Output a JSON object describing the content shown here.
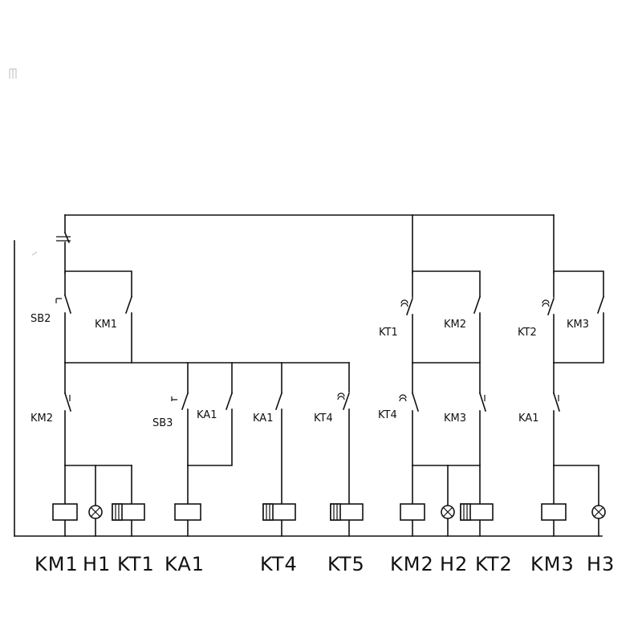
{
  "contact_labels": {
    "sb2": "SB2",
    "km1_hold": "KM1",
    "km2_nc": "KM2",
    "sb3": "SB3",
    "ka1_hold": "KA1",
    "ka1_no": "KA1",
    "kt4_timed": "KT4",
    "kt1_timed": "KT1",
    "km2_hold": "KM2",
    "kt4_nc": "KT4",
    "km3_nc": "KM3",
    "kt2_timed": "KT2",
    "km3_hold": "KM3",
    "ka1_nc": "KA1"
  },
  "bottom_labels": {
    "km1": "KM1",
    "h1": "H1",
    "kt1": "KT1",
    "ka1": "KA1",
    "kt4": "KT4",
    "kt5": "KT5",
    "km2": "KM2",
    "h2": "H2",
    "kt2": "KT2",
    "km3": "KM3",
    "h3": "H3"
  },
  "colors": {
    "line": "#111111",
    "background": "#ffffff"
  }
}
